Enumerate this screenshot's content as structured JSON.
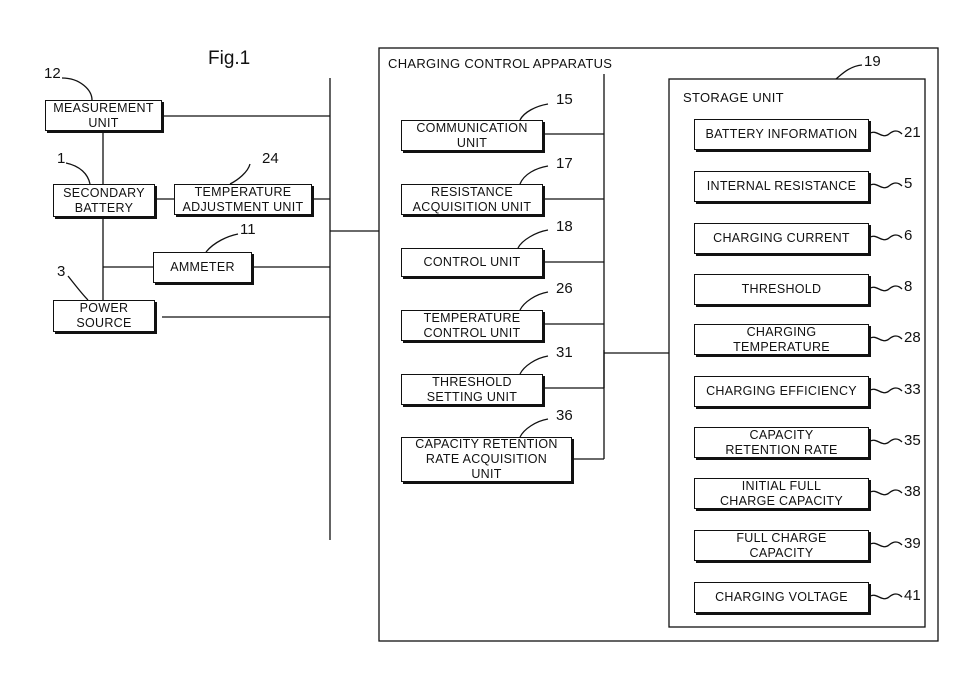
{
  "figure_label": "Fig.1",
  "apparatus": {
    "label": "CHARGING CONTROL APPARATUS"
  },
  "storage": {
    "label": "STORAGE UNIT",
    "ref": "19"
  },
  "left": {
    "measurement": {
      "label": "MEASUREMENT\nUNIT",
      "ref": "12"
    },
    "battery": {
      "label": "SECONDARY\nBATTERY",
      "ref": "1"
    },
    "temp_adjust": {
      "label": "TEMPERATURE\nADJUSTMENT UNIT",
      "ref": "24"
    },
    "ammeter": {
      "label": "AMMETER",
      "ref": "11"
    },
    "power": {
      "label": "POWER\nSOURCE",
      "ref": "3"
    }
  },
  "units": [
    {
      "label": "COMMUNICATION\nUNIT",
      "ref": "15"
    },
    {
      "label": "RESISTANCE\nACQUISITION UNIT",
      "ref": "17"
    },
    {
      "label": "CONTROL UNIT",
      "ref": "18"
    },
    {
      "label": "TEMPERATURE\nCONTROL UNIT",
      "ref": "26"
    },
    {
      "label": "THRESHOLD\nSETTING UNIT",
      "ref": "31"
    },
    {
      "label": "CAPACITY RETENTION\nRATE ACQUISITION\nUNIT",
      "ref": "36"
    }
  ],
  "storage_items": [
    {
      "label": "BATTERY INFORMATION",
      "ref": "21"
    },
    {
      "label": "INTERNAL RESISTANCE",
      "ref": "5"
    },
    {
      "label": "CHARGING CURRENT",
      "ref": "6"
    },
    {
      "label": "THRESHOLD",
      "ref": "8"
    },
    {
      "label": "CHARGING\nTEMPERATURE",
      "ref": "28"
    },
    {
      "label": "CHARGING EFFICIENCY",
      "ref": "33"
    },
    {
      "label": "CAPACITY\nRETENTION RATE",
      "ref": "35"
    },
    {
      "label": "INITIAL FULL\nCHARGE CAPACITY",
      "ref": "38"
    },
    {
      "label": "FULL CHARGE\nCAPACITY",
      "ref": "39"
    },
    {
      "label": "CHARGING VOLTAGE",
      "ref": "41"
    }
  ]
}
